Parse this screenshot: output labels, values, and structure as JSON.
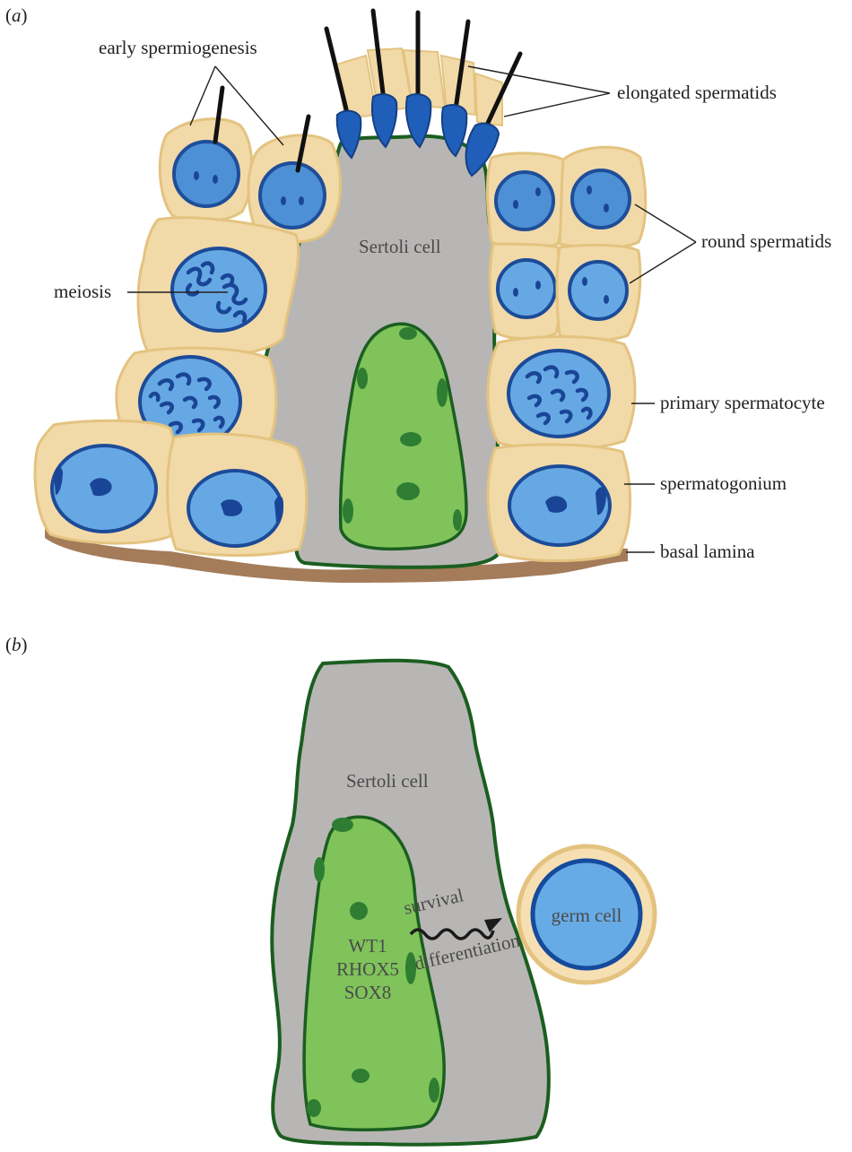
{
  "panels": {
    "a": "(a)",
    "b": "(b)"
  },
  "panel_a": {
    "labels": {
      "early_spermiogenesis": "early spermiogenesis",
      "elongated_spermatids": "elongated spermatids",
      "sertoli_cell": "Sertoli cell",
      "round_spermatids": "round spermatids",
      "meiosis": "meiosis",
      "primary_spermatocyte": "primary spermatocyte",
      "spermatogonium": "spermatogonium",
      "basal_lamina": "basal lamina"
    }
  },
  "panel_b": {
    "labels": {
      "sertoli_cell": "Sertoli cell",
      "germ_cell": "germ cell",
      "survival": "survival",
      "differentiation": "differentiation",
      "factors": [
        "WT1",
        "RHOX5",
        "SOX8"
      ]
    }
  },
  "colors": {
    "sertoli_cytoplasm": "#b8b6b4",
    "sertoli_membrane": "#1b5e20",
    "sertoli_nucleus": "#7fc35a",
    "germ_cytoplasm": "#f2d9a8",
    "germ_nucleus": "#4d90d6",
    "basal_lamina": "#a47c5a"
  }
}
